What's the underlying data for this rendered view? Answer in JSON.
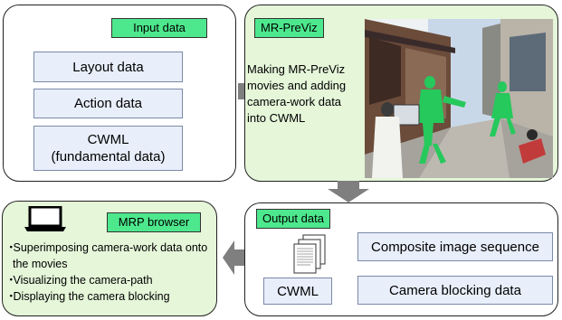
{
  "input_panel": {
    "tag": "Input data",
    "items": [
      "Layout data",
      "Action data"
    ],
    "cwml": {
      "line1": "CWML",
      "line2": "(fundamental data)"
    }
  },
  "previz_panel": {
    "tag": "MR-PreViz",
    "description": [
      "Making MR-PreViz",
      "movies and adding",
      "camera-work data",
      "into CWML"
    ]
  },
  "output_panel": {
    "tag": "Output data",
    "doc_label": "CWML",
    "items": [
      "Composite image sequence",
      "Camera blocking data"
    ]
  },
  "browser_panel": {
    "tag": "MRP browser",
    "bullets": [
      "Superimposing camera-work data onto the movies",
      "Visualizing the camera-path",
      "Displaying the camera blocking"
    ]
  },
  "colors": {
    "tag_green": "#4de88d",
    "panel_green": "#e5f6d9",
    "box_blue": "#e8eefa",
    "arrow_gray": "#7f7f7f"
  }
}
